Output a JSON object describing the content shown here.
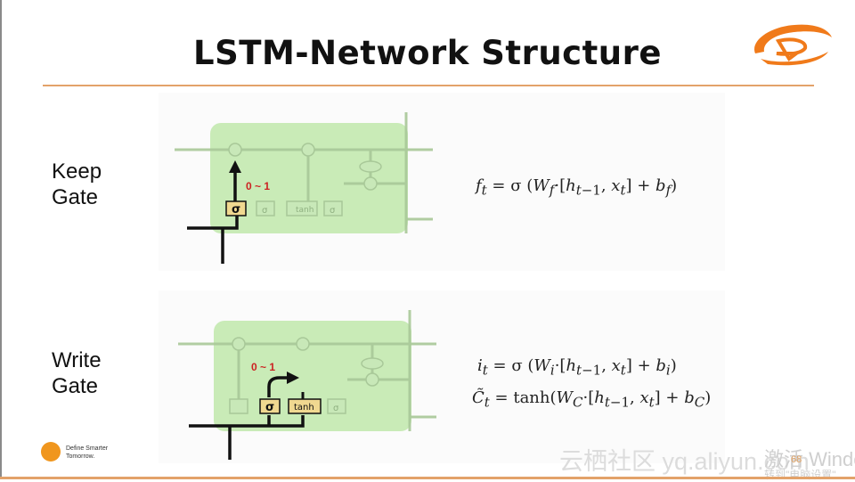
{
  "slide": {
    "title": "LSTM-Network Structure",
    "page_number": "68"
  },
  "keep_gate": {
    "label_line1": "Keep",
    "label_line2": "Gate",
    "range_label": "0 ~ 1",
    "sigma_label": "σ",
    "ghost_tanh_label": "tanh",
    "ghost_sigma_label": "σ"
  },
  "write_gate": {
    "label_line1": "Write",
    "label_line2": "Gate",
    "range_label": "0 ~ 1",
    "sigma_label": "σ",
    "tanh_label": "tanh",
    "ghost_sigma_label": "σ"
  },
  "footer": {
    "tagline_line1": "Define Smarter",
    "tagline_line2": "Tomorrow.",
    "watermark": "云栖社区 yq.aliyun.com",
    "windows_line1": "激活 Windows",
    "windows_line2": "转到\"电脑设置\""
  },
  "colors": {
    "accent": "#e3a26a",
    "cell_green": "#b8e6a0",
    "gate_box": "#f0d890",
    "range_red": "#cc2222"
  }
}
